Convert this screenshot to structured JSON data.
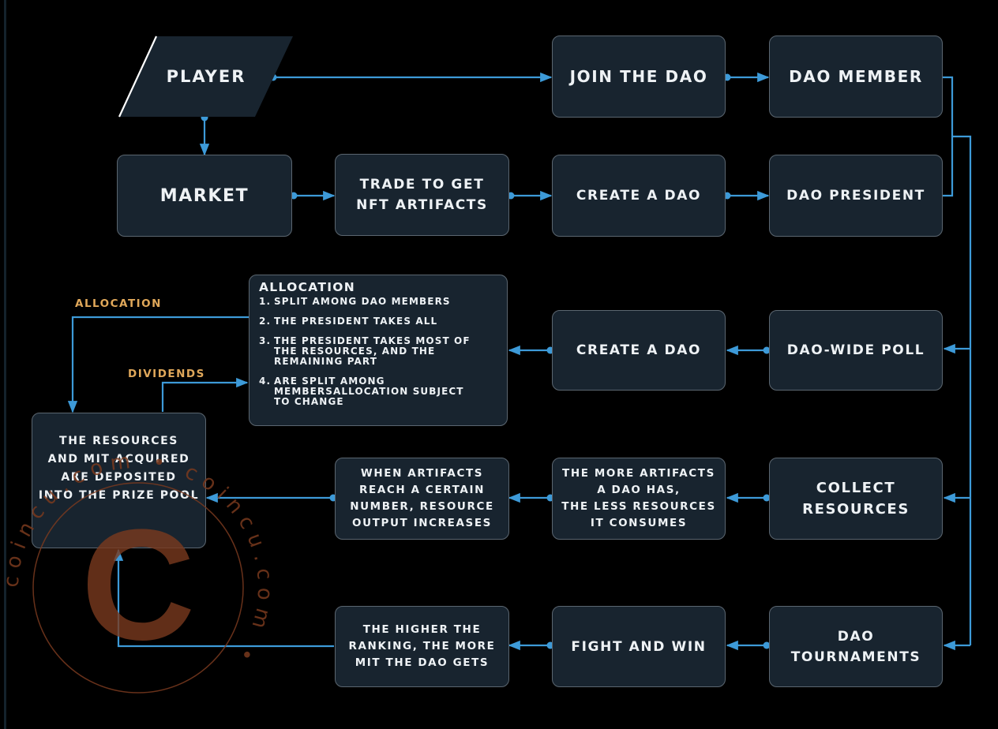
{
  "diagram": {
    "colors": {
      "background": "#000000",
      "node_fill": "#18242f",
      "node_border": "#5b6670",
      "connector": "#3d9ad8",
      "edge_label": "#e0a85a",
      "watermark": "#7a3a1e"
    },
    "nodes": {
      "player": "PLAYER",
      "join_dao": "JOIN THE DAO",
      "dao_member": "DAO MEMBER",
      "market": "MARKET",
      "trade_nft": "TRADE TO GET\nNFT ARTIFACTS",
      "create_dao_top": "CREATE A DAO",
      "dao_president": "DAO PRESIDENT",
      "create_dao_mid": "CREATE A DAO",
      "dao_wide_poll": "DAO-WIDE POLL",
      "prize_pool": "THE RESOURCES\nAND MIT ACQUIRED\nARE DEPOSITED\nINTO THE PRIZE POOL",
      "artifacts_threshold": "WHEN ARTIFACTS\nREACH A CERTAIN\nNUMBER, RESOURCE\nOUTPUT INCREASES",
      "more_artifacts": "THE MORE ARTIFACTS\nA DAO HAS,\nTHE LESS RESOURCES\nIT CONSUMES",
      "collect_resources": "COLLECT\nRESOURCES",
      "higher_ranking": "THE HIGHER THE\nRANKING, THE MORE\nMIT THE DAO GETS",
      "fight_win": "FIGHT AND WIN",
      "dao_tournaments": "DAO\nTOURNAMENTS"
    },
    "allocation": {
      "title": "ALLOCATION",
      "items": [
        {
          "num": "1.",
          "text": "SPLIT AMONG DAO MEMBERS"
        },
        {
          "num": "2.",
          "text": "THE PRESIDENT TAKES ALL"
        },
        {
          "num": "3.",
          "text": "THE PRESIDENT TAKES MOST OF\nTHE RESOURCES, AND THE\nREMAINING PART"
        },
        {
          "num": "4.",
          "text": "ARE SPLIT AMONG\nMEMBERSALLOCATION SUBJECT\nTO CHANGE"
        }
      ]
    },
    "edge_labels": {
      "allocation": "ALLOCATION",
      "dividends": "DIVIDENDS"
    },
    "watermark": {
      "letter": "C",
      "ring_text": "coincu.com • coincu.com • "
    }
  }
}
